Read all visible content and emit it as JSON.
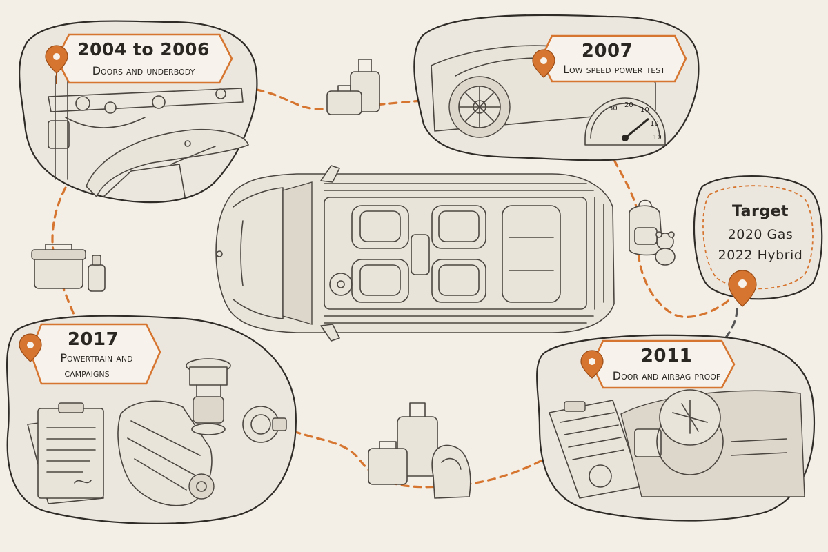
{
  "milestones": [
    {
      "id": "m2004",
      "year": "2004 to 2006",
      "subtitle": "Doors and underbody"
    },
    {
      "id": "m2007",
      "year": "2007",
      "subtitle": "Low speed power test"
    },
    {
      "id": "m2017",
      "year": "2017",
      "subtitle_lines": [
        "Powertrain and",
        "campaigns"
      ]
    },
    {
      "id": "m2011",
      "year": "2011",
      "subtitle": "Door and airbag proof"
    }
  ],
  "target": {
    "title": "Target",
    "lines": [
      "2020 Gas",
      "2022 Hybrid"
    ]
  },
  "speedometer": {
    "tick_labels": [
      "30",
      "20",
      "10",
      "10",
      "10"
    ]
  },
  "icons": [
    "map-pin-icon",
    "luggage-icon",
    "backpack-icon",
    "teddy-bear-icon",
    "cooler-icon",
    "bottle-icon",
    "clipboard-icon",
    "transmission-icon",
    "fuel-pump-icon",
    "airbag-icon",
    "steering-wheel-icon",
    "child-seat-icon",
    "minivan-topview-icon",
    "speedometer-icon",
    "tailgate-icon",
    "wheel-icon"
  ],
  "colors": {
    "accent": "#d6752f",
    "ink": "#2a2622",
    "paper": "#f3efe7",
    "panel": "#ece7de"
  }
}
